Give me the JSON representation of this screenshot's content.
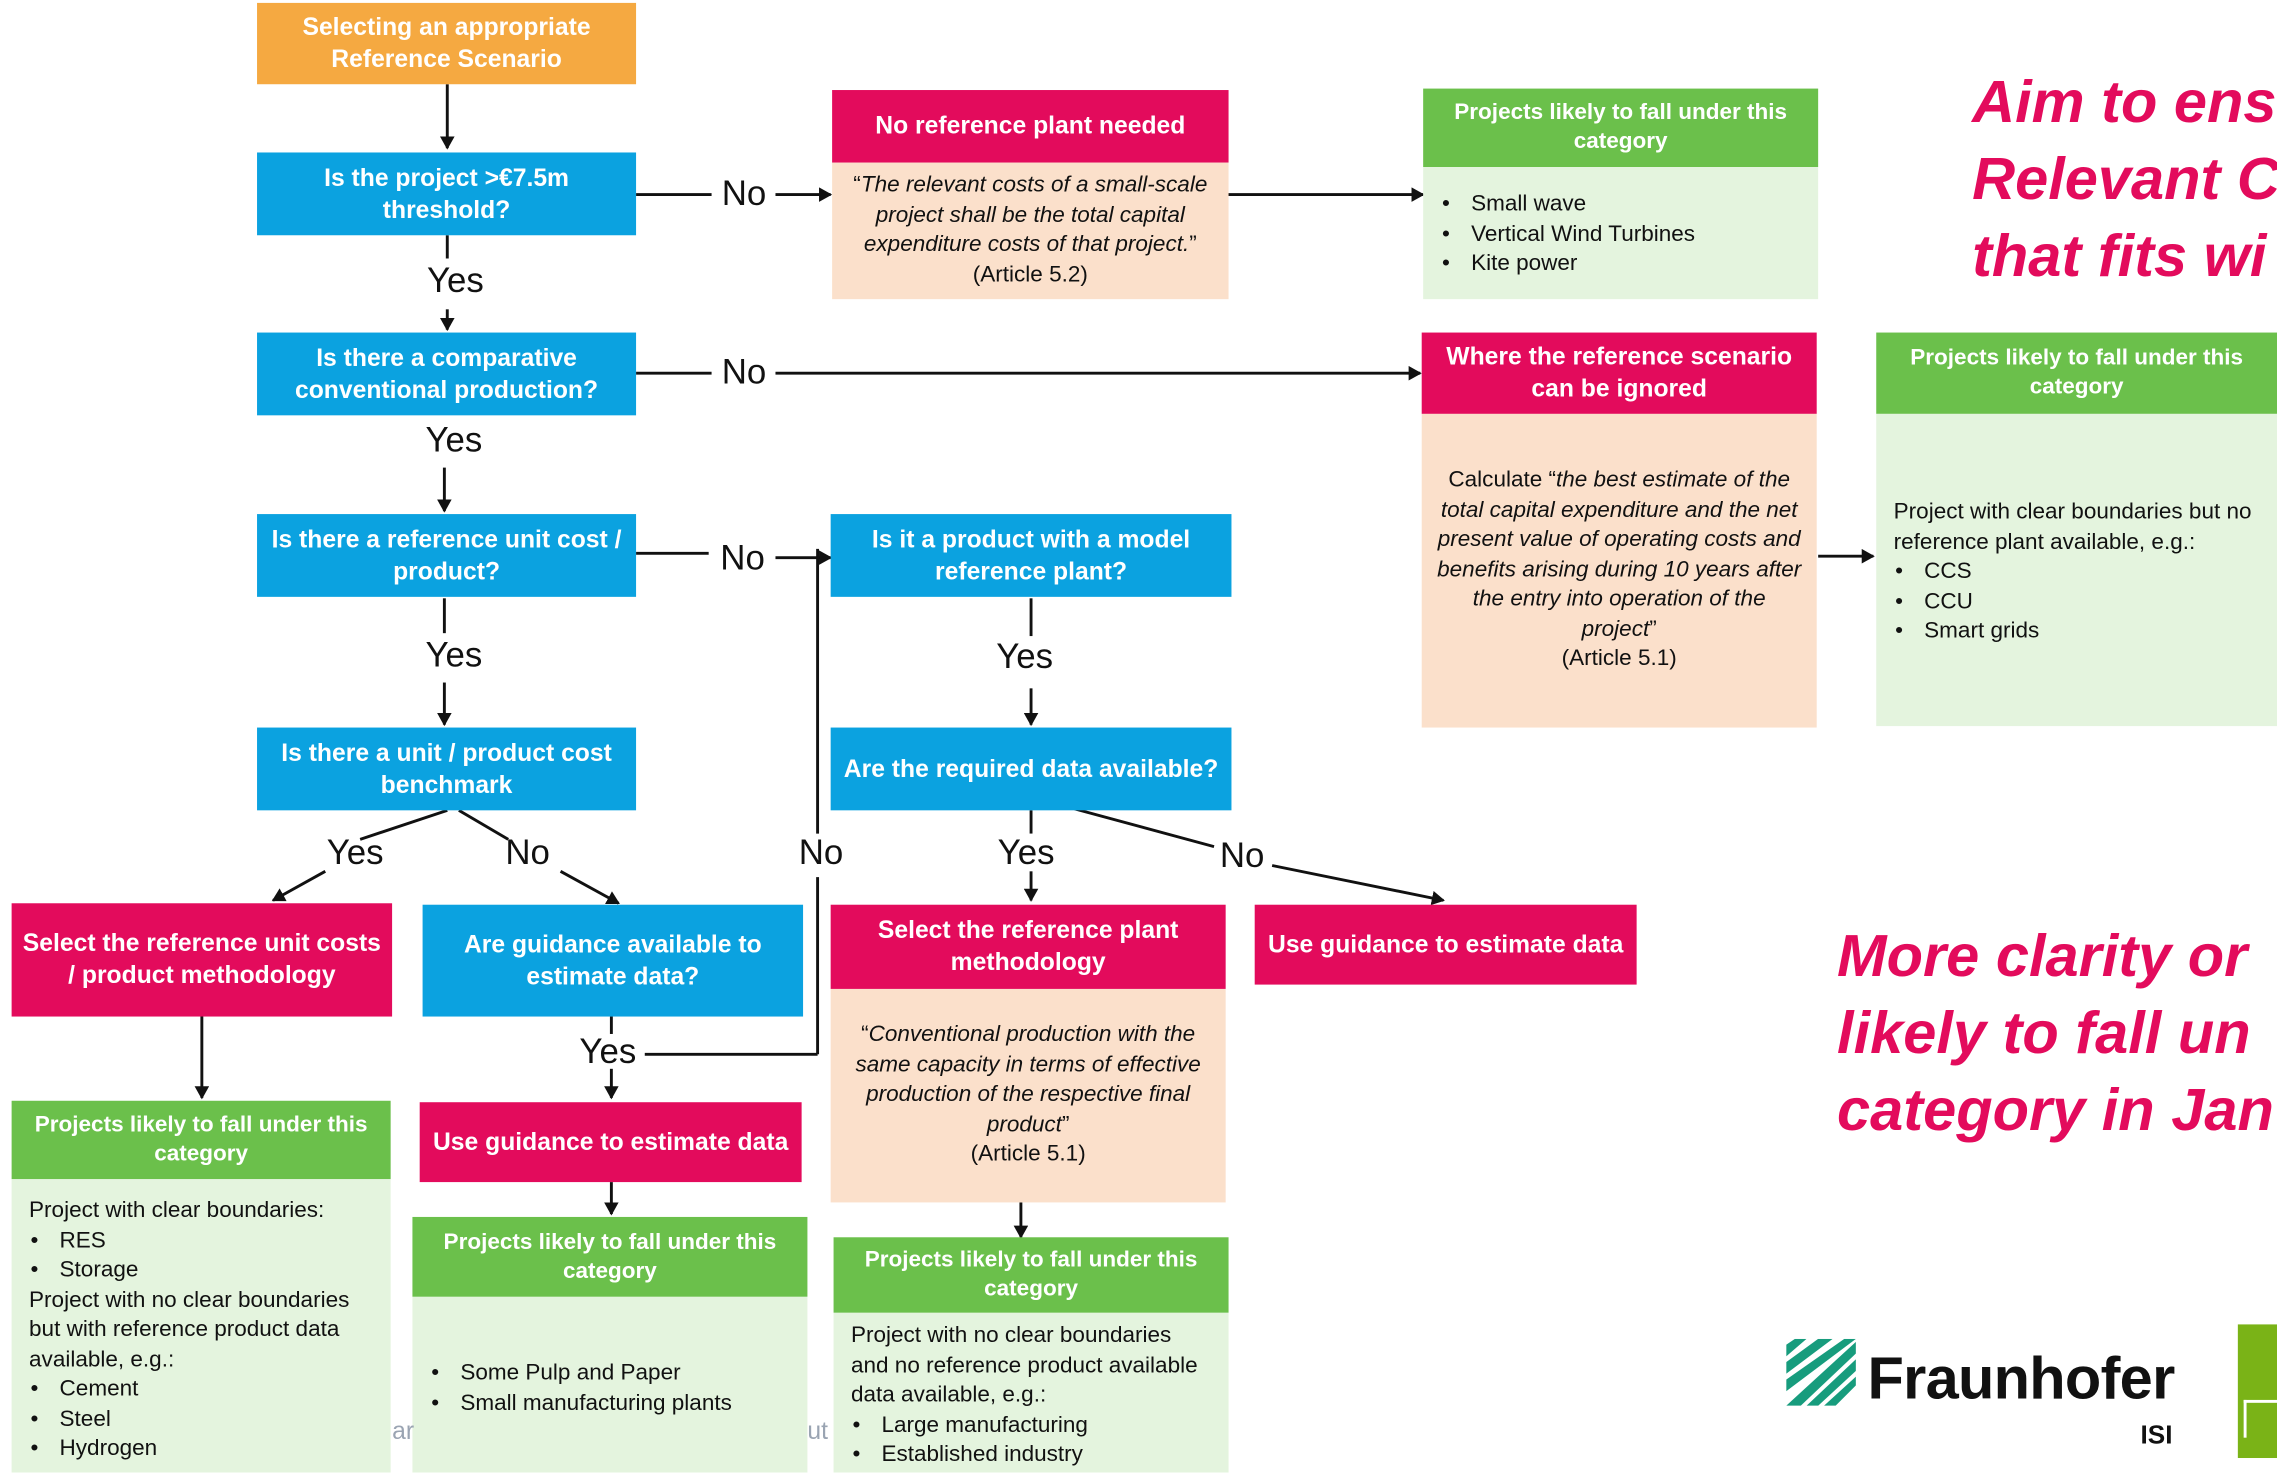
{
  "start": "Selecting an appropriate Reference Scenario",
  "q1": "Is the project >€7.5m threshold?",
  "q2": "Is there a comparative conventional production?",
  "q3": "Is there a reference unit cost / product?",
  "q4": "Is there a unit / product cost benchmark",
  "q5": "Are guidance available to estimate data?",
  "q6": "Is it a product with a model reference plant?",
  "q7": "Are the required data available?",
  "no_ref": {
    "title": "No reference plant needed",
    "quote": "The relevant costs of a small-scale project shall be the total capital expenditure costs of that project.",
    "article": "(Article 5.2)"
  },
  "ignored": {
    "title": "Where the reference scenario can be ignored",
    "prefix": "Calculate",
    "quote": "the best estimate of the total capital expenditure and the net present value of operating costs and benefits arising during 10 years after the entry into operation of the project",
    "article": "(Article 5.1)"
  },
  "select_unit": "Select the reference unit costs / product methodology",
  "guidance_left": "Use guidance to estimate data",
  "select_plant": {
    "title": "Select the reference plant methodology",
    "quote": "Conventional production with the same capacity in terms of effective production of the respective final product",
    "article": "(Article 5.1)"
  },
  "guidance_right": "Use guidance to estimate data",
  "cat_title_a": "Projects likely to fall under this category",
  "cat_title_b": "Projects likely to fall under this category",
  "cat_small": [
    "Small wave",
    "Vertical Wind Turbines",
    "Kite power"
  ],
  "cat_ccs": {
    "intro": "Project with clear boundaries but no reference plant available, e.g.:",
    "items": [
      "CCS",
      "CCU",
      "Smart grids"
    ]
  },
  "cat_left": {
    "intro1": "Project with clear boundaries:",
    "items1": [
      "RES",
      "Storage"
    ],
    "intro2": "Project with no clear boundaries but with reference product data available, e.g.:",
    "items2": [
      "Cement",
      "Steel",
      "Hydrogen"
    ]
  },
  "cat_mid": [
    "Some Pulp and Paper",
    "Small manufacturing plants"
  ],
  "cat_right": {
    "intro": "Project with no clear boundaries and no reference product available data available, e.g.:",
    "items": [
      "Large manufacturing",
      "Established industry"
    ]
  },
  "labels": {
    "yes": "Yes",
    "no": "No"
  },
  "aim_text": [
    "Aim to ens",
    "Relevant C",
    "that fits wi"
  ],
  "clarity_text": [
    "More clarity or",
    "likely to fall un",
    "category in Jan"
  ],
  "logo_name": "Fraunhofer",
  "logo_sub": "ISI",
  "colors": {
    "orange": "#F5A941",
    "blue": "#0BA2E0",
    "pink": "#E30B5C",
    "green": "#6BC04B",
    "peach": "#FBE0CB",
    "light_green": "#E4F4DE"
  }
}
